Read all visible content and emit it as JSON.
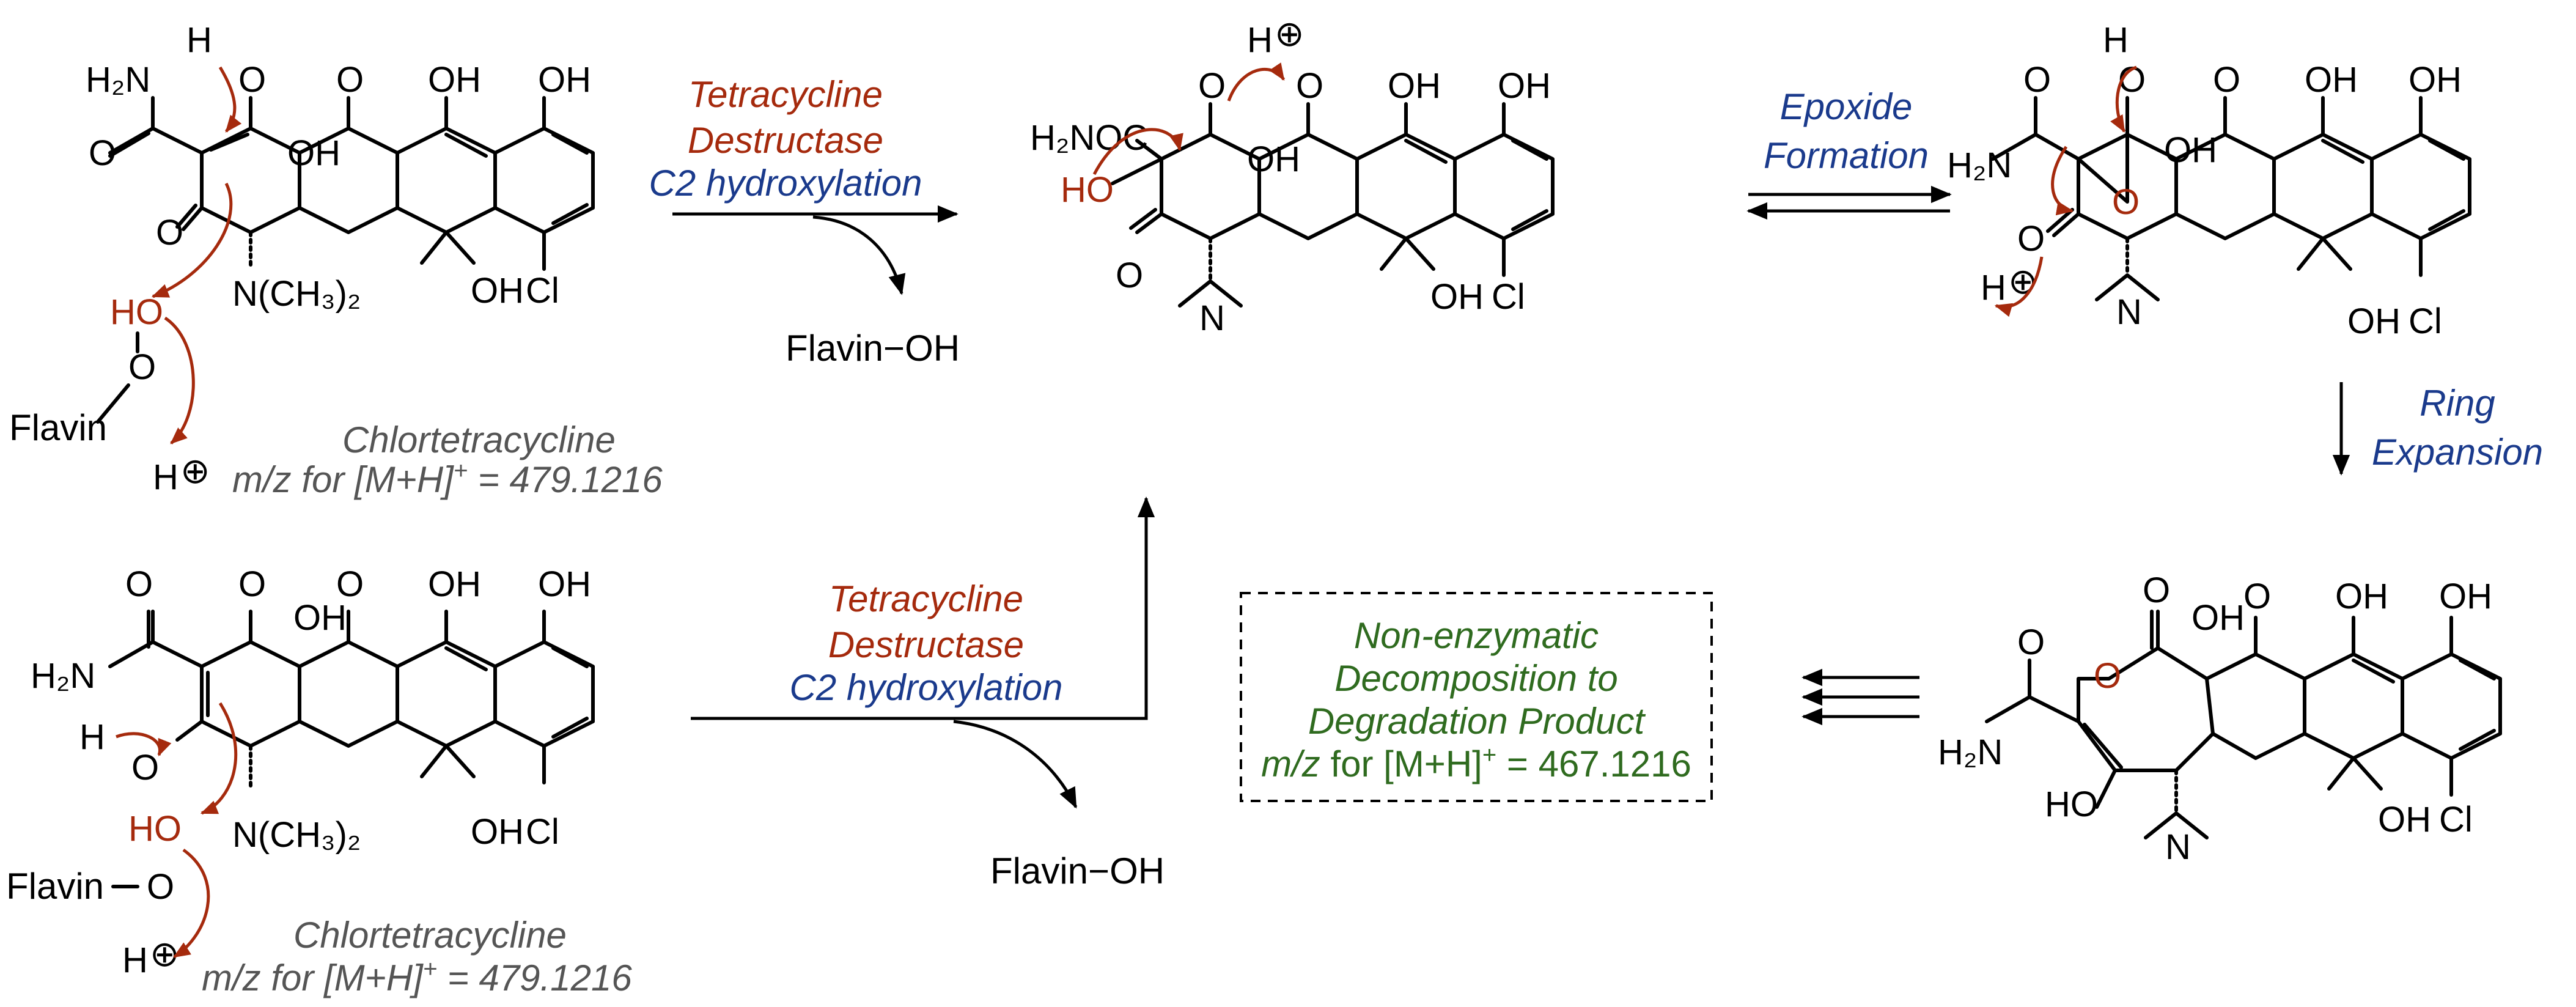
{
  "colors": {
    "enzyme_red": "#a52a0d",
    "process_blue": "#1a3a8c",
    "product_green": "#2f6b1f",
    "caption_grey": "#555555"
  },
  "top_left": {
    "name": "Chlortetracycline",
    "mz_prefix": "m/z for [M+H]",
    "mz_sup": "+",
    "mz_value": " = 479.1216"
  },
  "bottom_left": {
    "name": "Chlortetracycline",
    "mz_prefix": "m/z for [M+H]",
    "mz_sup": "+",
    "mz_value": " = 479.1216"
  },
  "step1": {
    "line1": "Tetracycline",
    "line2": "Destructase",
    "line3": "C2 hydroxylation",
    "byproduct": "Flavin−OH"
  },
  "step1b": {
    "line1": "Tetracycline",
    "line2": "Destructase",
    "line3": "C2 hydroxylation",
    "byproduct": "Flavin−OH"
  },
  "step2": {
    "line1": "Epoxide",
    "line2": "Formation"
  },
  "step3": {
    "line1": "Ring",
    "line2": "Expansion"
  },
  "decomposition": {
    "line1": "Non-enzymatic",
    "line2": "Decomposition to",
    "line3": "Degradation Product",
    "mz_italic": "m/z",
    "mz_mid": " for [M+H]",
    "mz_sup": "+",
    "mz_value": " = 467.1216"
  },
  "atoms": {
    "H2N": "H₂N",
    "H2NOC": "H₂NOC",
    "OH": "OH",
    "HO": "HO",
    "O": "O",
    "Cl": "Cl",
    "H": "H",
    "NMe2": "N(CH₃)₂",
    "N": "N",
    "Flavin": "Flavin",
    "plus": "⊕"
  }
}
